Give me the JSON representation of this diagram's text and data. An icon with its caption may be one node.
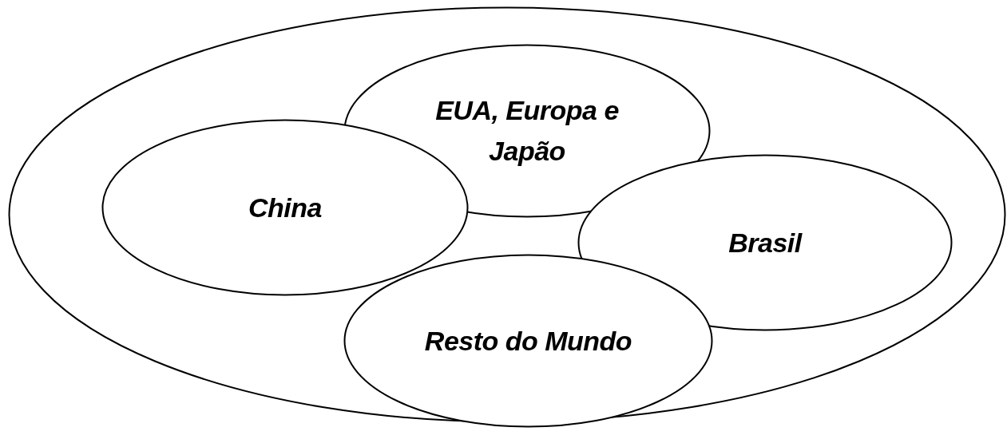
{
  "diagram": {
    "nodes": [
      {
        "text": [],
        "shape": "circle"
      },
      {
        "text": [
          "EUA, Europa e Japão"
        ],
        "in": 0
      },
      {
        "text": [
          "China"
        ],
        "in": 0
      },
      {
        "text": [
          "Brasil"
        ],
        "in": 0
      },
      {
        "text": [
          "Resto do Mundo"
        ],
        "in": 0
      }
    ]
  }
}
